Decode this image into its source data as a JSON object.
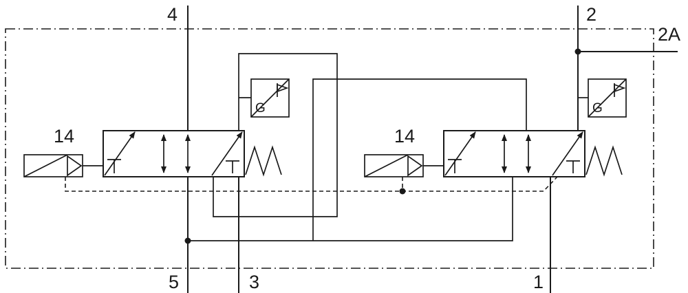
{
  "colors": {
    "line": "#1a1a1a",
    "bg": "#ffffff"
  },
  "ports": {
    "p4": "4",
    "p2": "2",
    "p2a": "2A",
    "p5": "5",
    "p3": "3",
    "p1": "1"
  },
  "valves": {
    "left": {
      "pilot_label": "14",
      "gauge_label": "G"
    },
    "right": {
      "pilot_label": "14",
      "gauge_label": "G"
    }
  }
}
